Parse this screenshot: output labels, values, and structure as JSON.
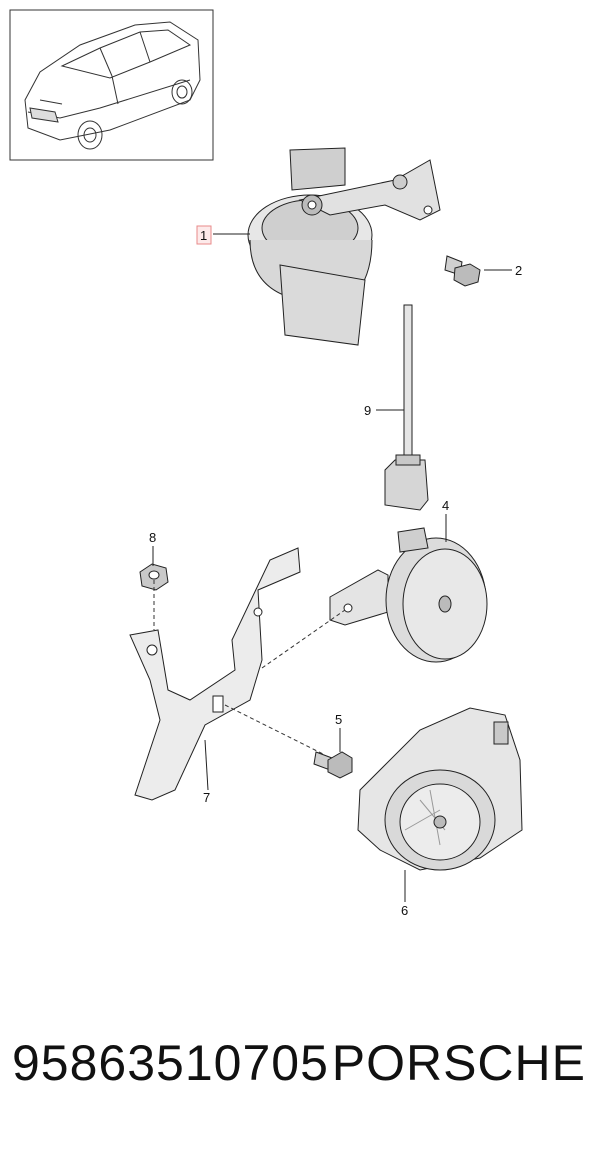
{
  "callouts": {
    "c1": "1",
    "c2": "2",
    "c4": "4",
    "c5": "5",
    "c6": "6",
    "c7": "7",
    "c8": "8",
    "c9": "9"
  },
  "footer": {
    "part_number": "95863510705",
    "brand": "PORSCHE"
  },
  "highlight_color": "#e88a8a"
}
